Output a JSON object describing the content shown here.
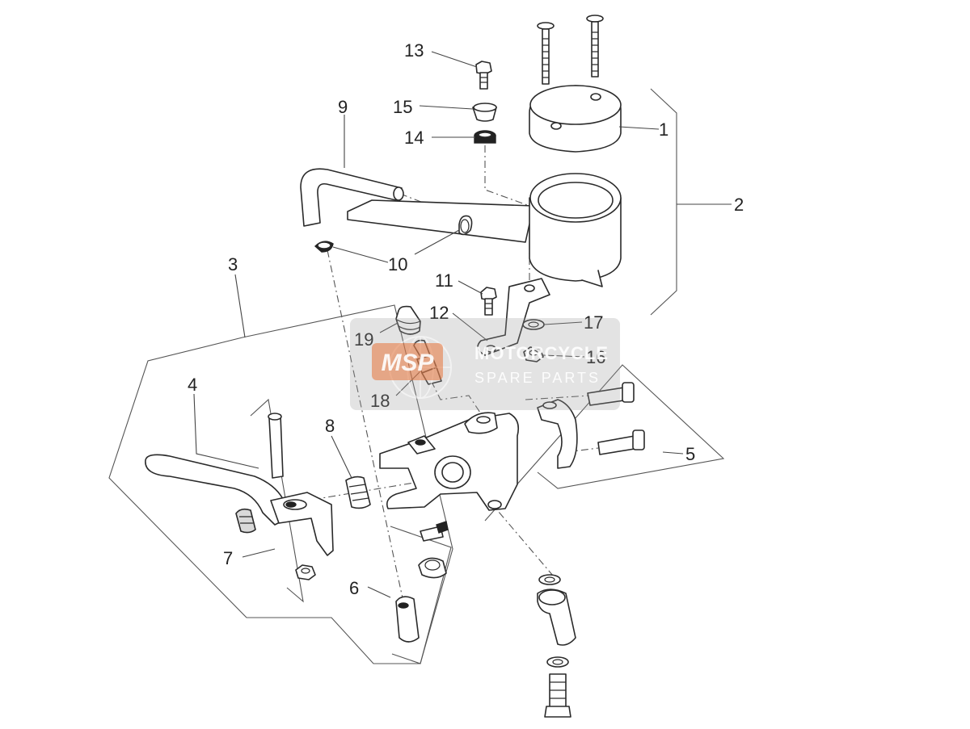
{
  "callouts": {
    "c1": "1",
    "c2": "2",
    "c3": "3",
    "c4": "4",
    "c5": "5",
    "c6": "6",
    "c7": "7",
    "c8": "8",
    "c9": "9",
    "c10a": "10",
    "c11": "11",
    "c12": "12",
    "c13": "13",
    "c14": "14",
    "c15": "15",
    "c16": "16",
    "c17": "17",
    "c18": "18",
    "c19": "19"
  },
  "watermark": {
    "logo": "MSP",
    "line1": "MOTORCYCLE",
    "line2": "SPARE PARTS"
  },
  "colors": {
    "line": "#2a2a2a",
    "watermark_box": "#9a9a9a",
    "watermark_logo": "#e8743b"
  }
}
